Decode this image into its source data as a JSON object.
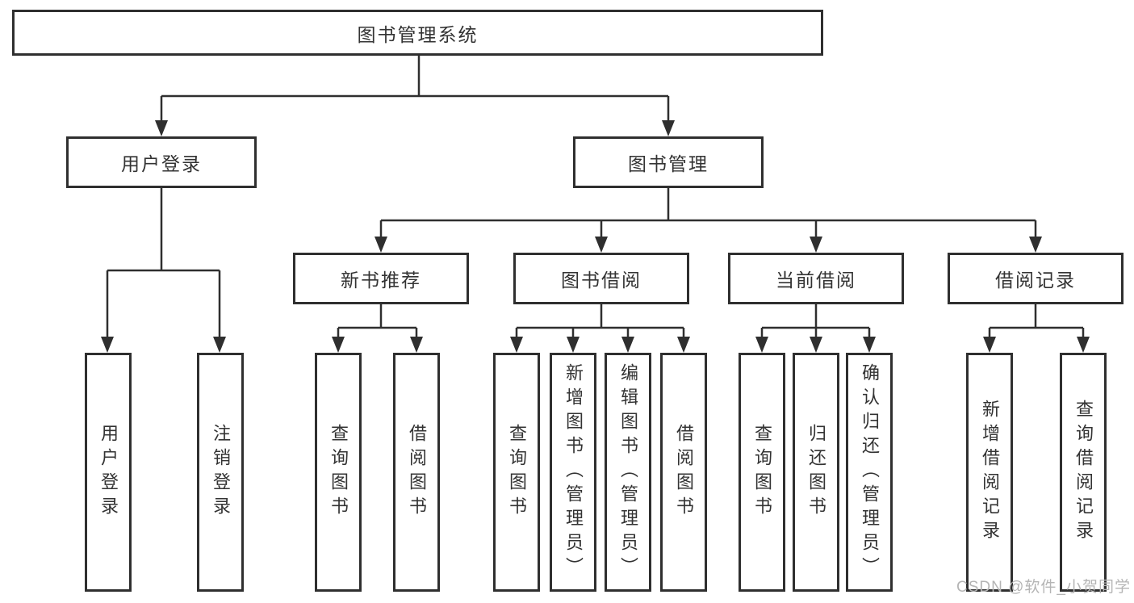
{
  "diagram": {
    "type": "hierarchy-tree",
    "root": {
      "label": "图书管理系统",
      "children": [
        {
          "label": "用户登录",
          "children": [
            {
              "label": "用户登录"
            },
            {
              "label": "注销登录"
            }
          ]
        },
        {
          "label": "图书管理",
          "children": [
            {
              "label": "新书推荐",
              "children": [
                {
                  "label": "查询图书"
                },
                {
                  "label": "借阅图书"
                }
              ]
            },
            {
              "label": "图书借阅",
              "children": [
                {
                  "label": "查询图书"
                },
                {
                  "label": "新增图书（管理员）"
                },
                {
                  "label": "编辑图书（管理员）"
                },
                {
                  "label": "借阅图书"
                }
              ]
            },
            {
              "label": "当前借阅",
              "children": [
                {
                  "label": "查询图书"
                },
                {
                  "label": "归还图书"
                },
                {
                  "label": "确认归还（管理员）"
                }
              ]
            },
            {
              "label": "借阅记录",
              "children": [
                {
                  "label": "新增借阅记录"
                },
                {
                  "label": "查询借阅记录"
                }
              ]
            }
          ]
        }
      ]
    }
  },
  "watermark": {
    "text": "CSDN @软件_小贺同学"
  },
  "appearance": {
    "background": "#ffffff",
    "line_color": "#2f2f2f",
    "box_border_color": "#2f2f2f",
    "text_color": "#333333",
    "watermark_color": "#b5b5b5"
  }
}
